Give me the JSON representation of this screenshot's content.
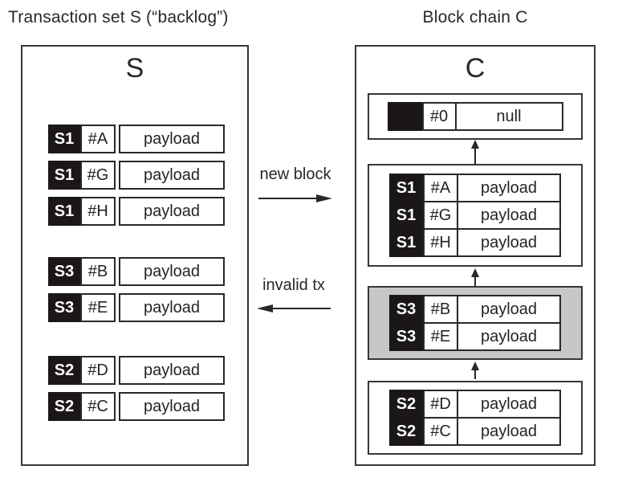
{
  "left_panel": {
    "title": "Transaction set S (“backlog”)",
    "box_label": "S",
    "transactions": [
      {
        "owner": "S1",
        "id": "#A",
        "payload": "payload"
      },
      {
        "owner": "S1",
        "id": "#G",
        "payload": "payload"
      },
      {
        "owner": "S1",
        "id": "#H",
        "payload": "payload"
      },
      {
        "owner": "S3",
        "id": "#B",
        "payload": "payload"
      },
      {
        "owner": "S3",
        "id": "#E",
        "payload": "payload"
      },
      {
        "owner": "S2",
        "id": "#D",
        "payload": "payload"
      },
      {
        "owner": "S2",
        "id": "#C",
        "payload": "payload"
      }
    ]
  },
  "middle": {
    "new_block_label": "new block",
    "invalid_tx_label": "invalid tx"
  },
  "right_panel": {
    "title": "Block chain C",
    "box_label": "C",
    "blocks": [
      {
        "name": "genesis",
        "rows": [
          {
            "owner": "",
            "id": "#0",
            "payload": "null"
          }
        ]
      },
      {
        "name": "block-s1",
        "rows": [
          {
            "owner": "S1",
            "id": "#A",
            "payload": "payload"
          },
          {
            "owner": "S1",
            "id": "#G",
            "payload": "payload"
          },
          {
            "owner": "S1",
            "id": "#H",
            "payload": "payload"
          }
        ]
      },
      {
        "name": "block-s3-invalid",
        "rows": [
          {
            "owner": "S3",
            "id": "#B",
            "payload": "payload"
          },
          {
            "owner": "S3",
            "id": "#E",
            "payload": "payload"
          }
        ]
      },
      {
        "name": "block-s2",
        "rows": [
          {
            "owner": "S2",
            "id": "#D",
            "payload": "payload"
          },
          {
            "owner": "S2",
            "id": "#C",
            "payload": "payload"
          }
        ]
      }
    ]
  },
  "colors": {
    "border": "#3a3637",
    "cell_border": "#2b2728",
    "black_cell": "#1b1718",
    "invalid_block_bg": "#c7c7c9",
    "text": "#262223"
  }
}
